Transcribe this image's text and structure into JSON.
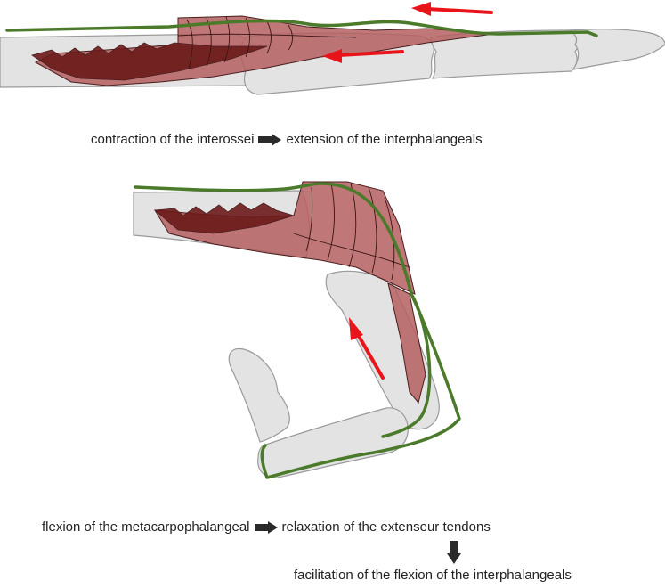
{
  "colors": {
    "bone_fill": "#e3e3e3",
    "bone_stroke": "#9a9a9a",
    "muscle_fill": "#b45f5f",
    "muscle_dark": "#6b1a1a",
    "muscle_stroke": "#4a1e1e",
    "tendon": "#4a7a2a",
    "force_arrow": "#e8141a",
    "text": "#222222",
    "caption_arrow": "#2a2a2a"
  },
  "captions": {
    "top_left": "contraction of the interossei",
    "top_right": "extension of the interphalangeals",
    "bottom_left": "flexion of the metacarpophalangeal",
    "bottom_right": "relaxation of the extenseur tendons",
    "bottom_result": "facilitation of the flexion of the interphalangeals"
  },
  "icons": {
    "caption_arrow_right": "block-arrow-right-icon",
    "caption_arrow_down": "block-arrow-down-icon"
  }
}
